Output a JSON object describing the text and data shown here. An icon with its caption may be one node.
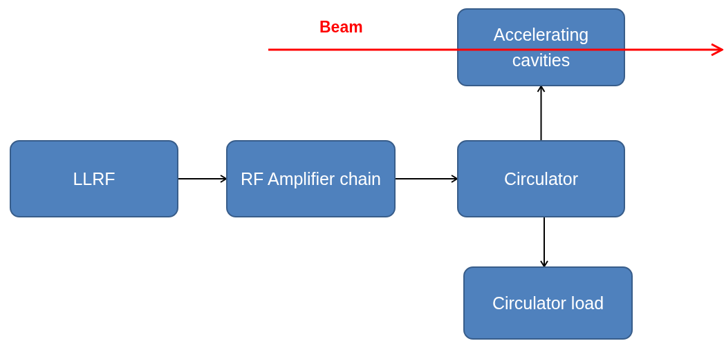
{
  "diagram": {
    "nodes": [
      {
        "text": [
          "LLRF"
        ]
      },
      {
        "text": [
          "RF Amplifier chain"
        ]
      },
      {
        "text": [
          "Accelerating cavities"
        ]
      },
      {
        "text": [
          "Circulator"
        ]
      },
      {
        "text": [
          "Circulator load"
        ]
      }
    ],
    "edges": [
      {
        "from": 0,
        "to": 1,
        "arrow": "to"
      },
      {
        "from": 1,
        "to": 3,
        "arrow": "to"
      },
      {
        "from": 3,
        "to": 2,
        "arrow": "to"
      },
      {
        "from": 3,
        "to": 4,
        "arrow": "to"
      }
    ],
    "labels": [
      "Beam"
    ]
  }
}
